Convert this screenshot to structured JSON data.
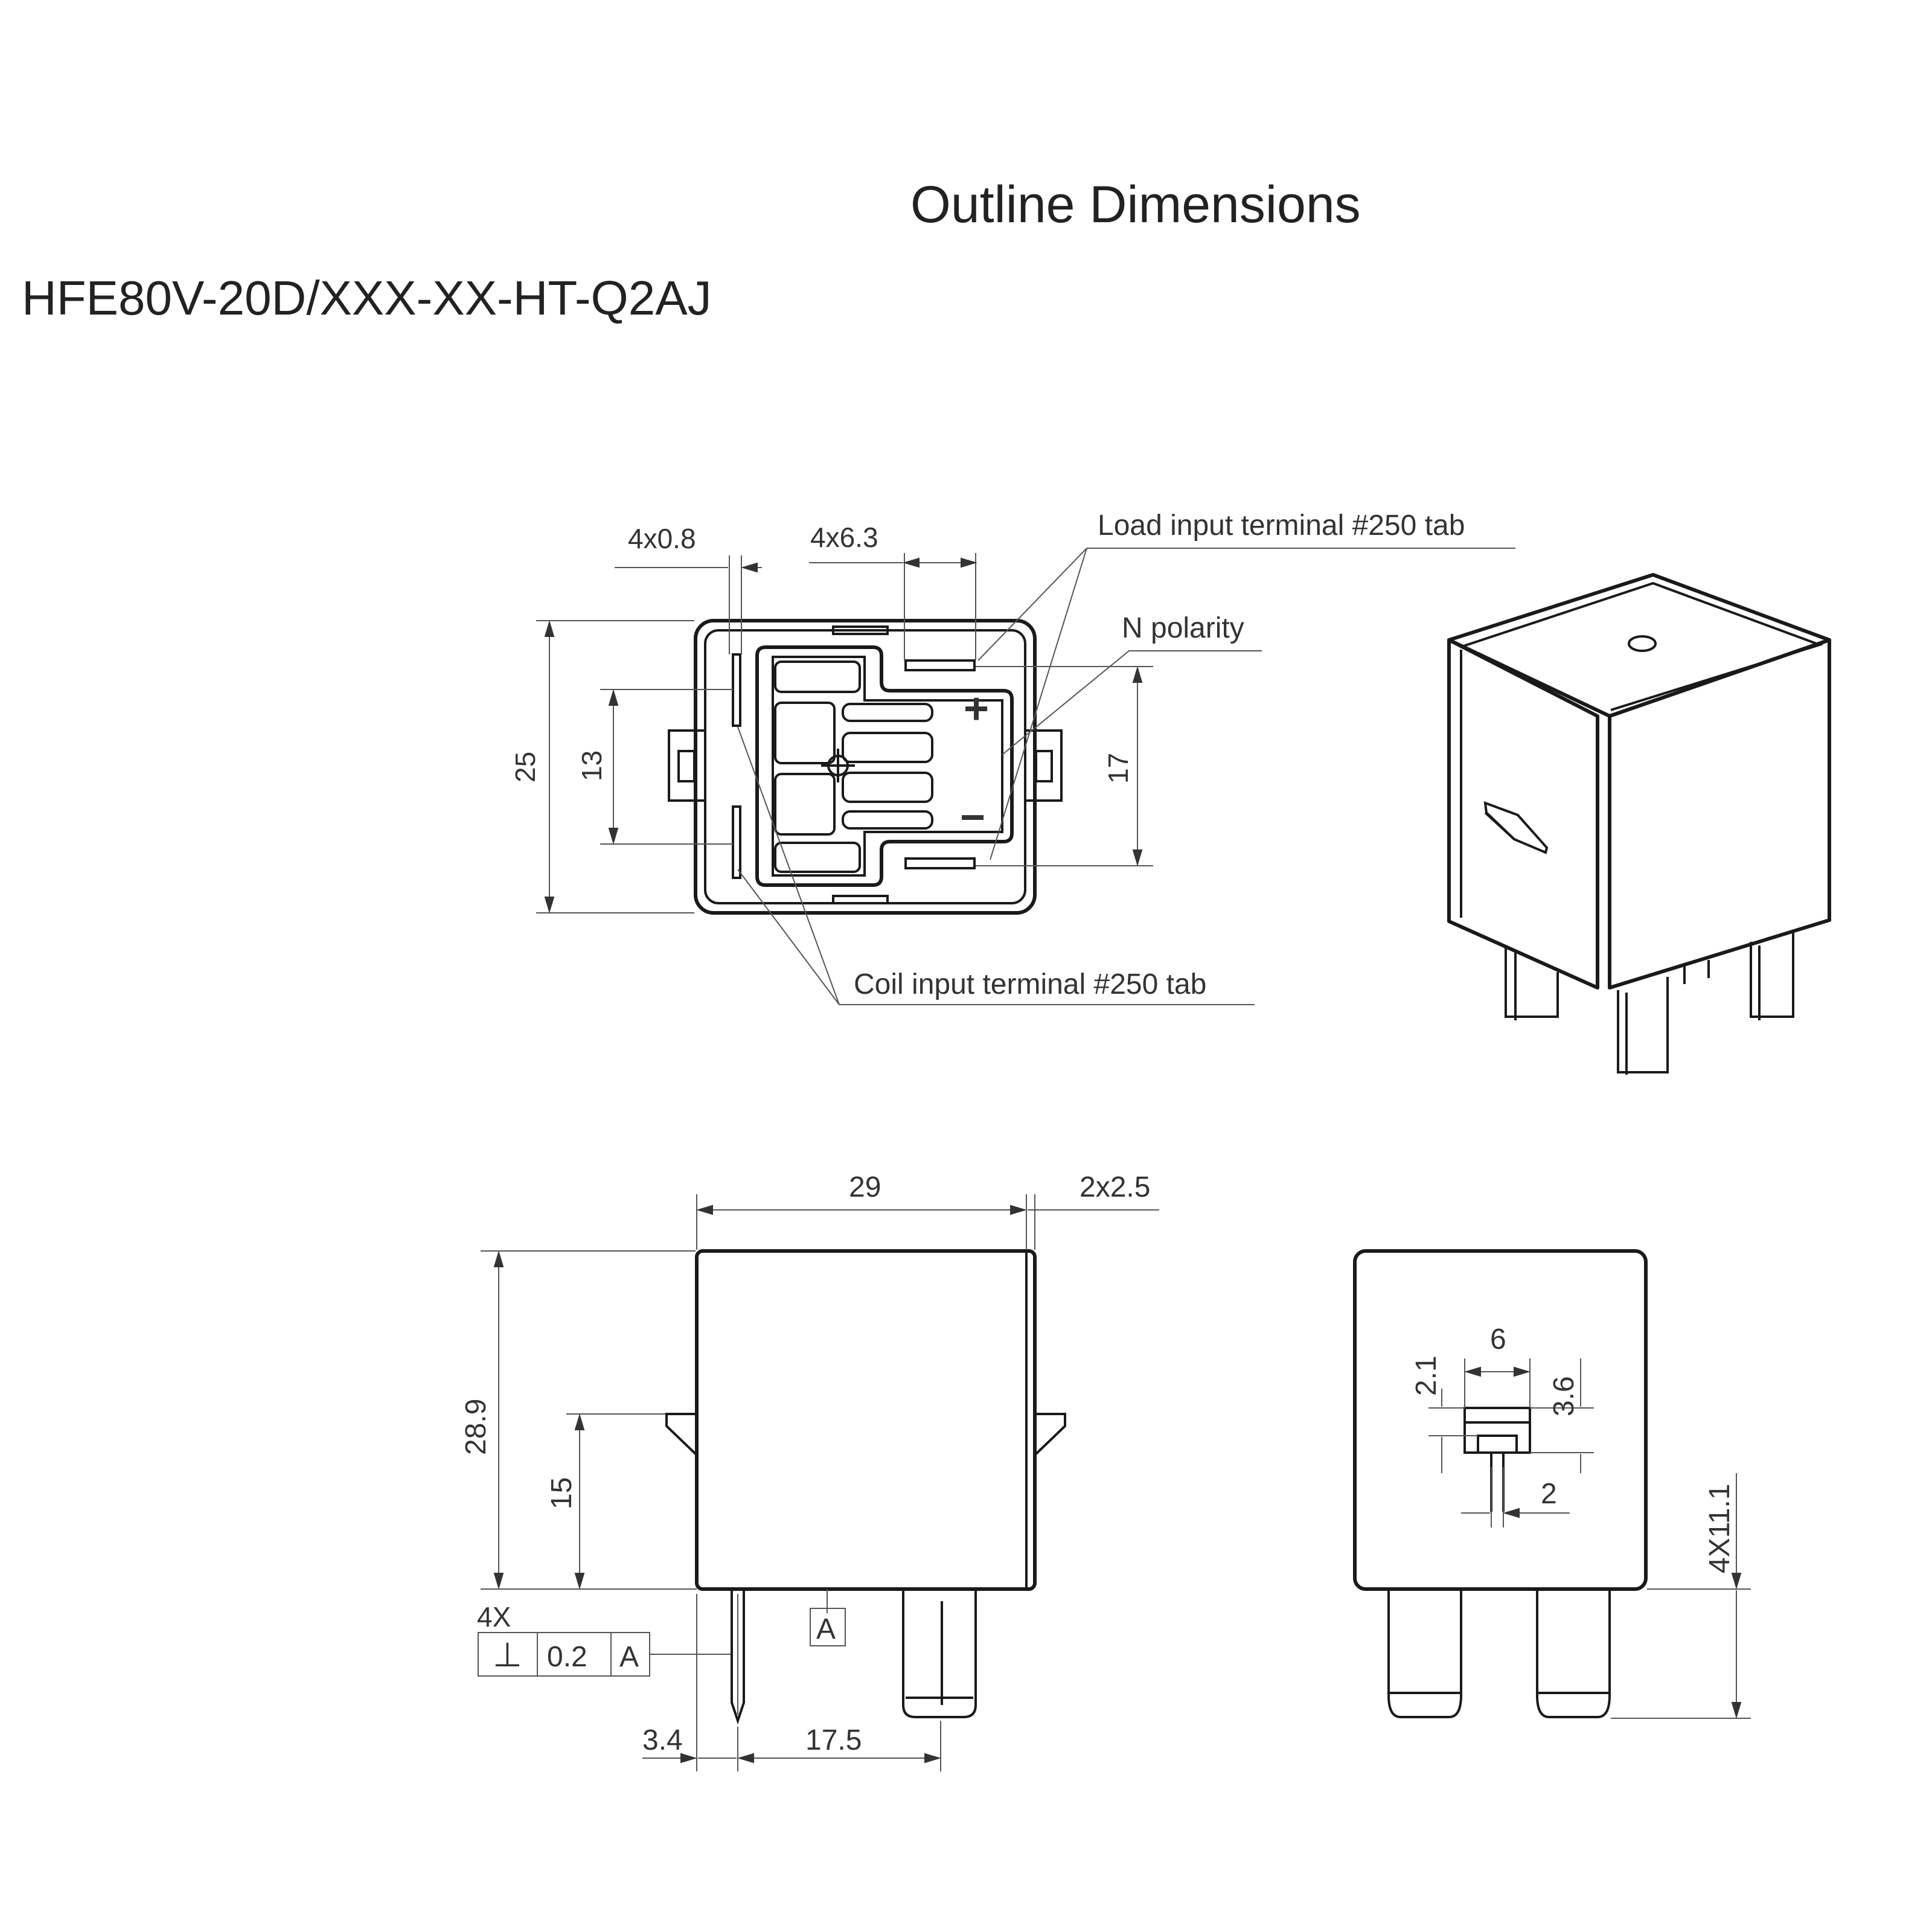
{
  "header": {
    "title": "Outline Dimensions",
    "model": "HFE80V-20D/XXX-XX-HT-Q2AJ"
  },
  "top_view": {
    "dim_pin_thickness": "4x0.8",
    "dim_tab_width": "4x6.3",
    "dim_height": "25",
    "dim_coil_spacing": "13",
    "dim_load_spacing": "17",
    "label_load": "Load input terminal #250 tab",
    "label_polarity": "N polarity",
    "label_coil": "Coil input terminal #250 tab",
    "plus": "+",
    "minus": "−"
  },
  "front_view": {
    "dim_width": "29",
    "dim_flange": "2x2.5",
    "dim_height": "28.9",
    "dim_flange_height": "15",
    "tol_count": "4X",
    "tol_symbol": "⊥",
    "tol_value": "0.2",
    "tol_datum": "A",
    "datum_label": "A",
    "dim_offset": "3.4",
    "dim_pitch": "17.5"
  },
  "side_view": {
    "dim_slot_width": "6",
    "dim_slot_depth_a": "2.1",
    "dim_slot_depth_b": "3.6",
    "dim_slot_gap": "2",
    "dim_pin_length": "4X11.1"
  }
}
